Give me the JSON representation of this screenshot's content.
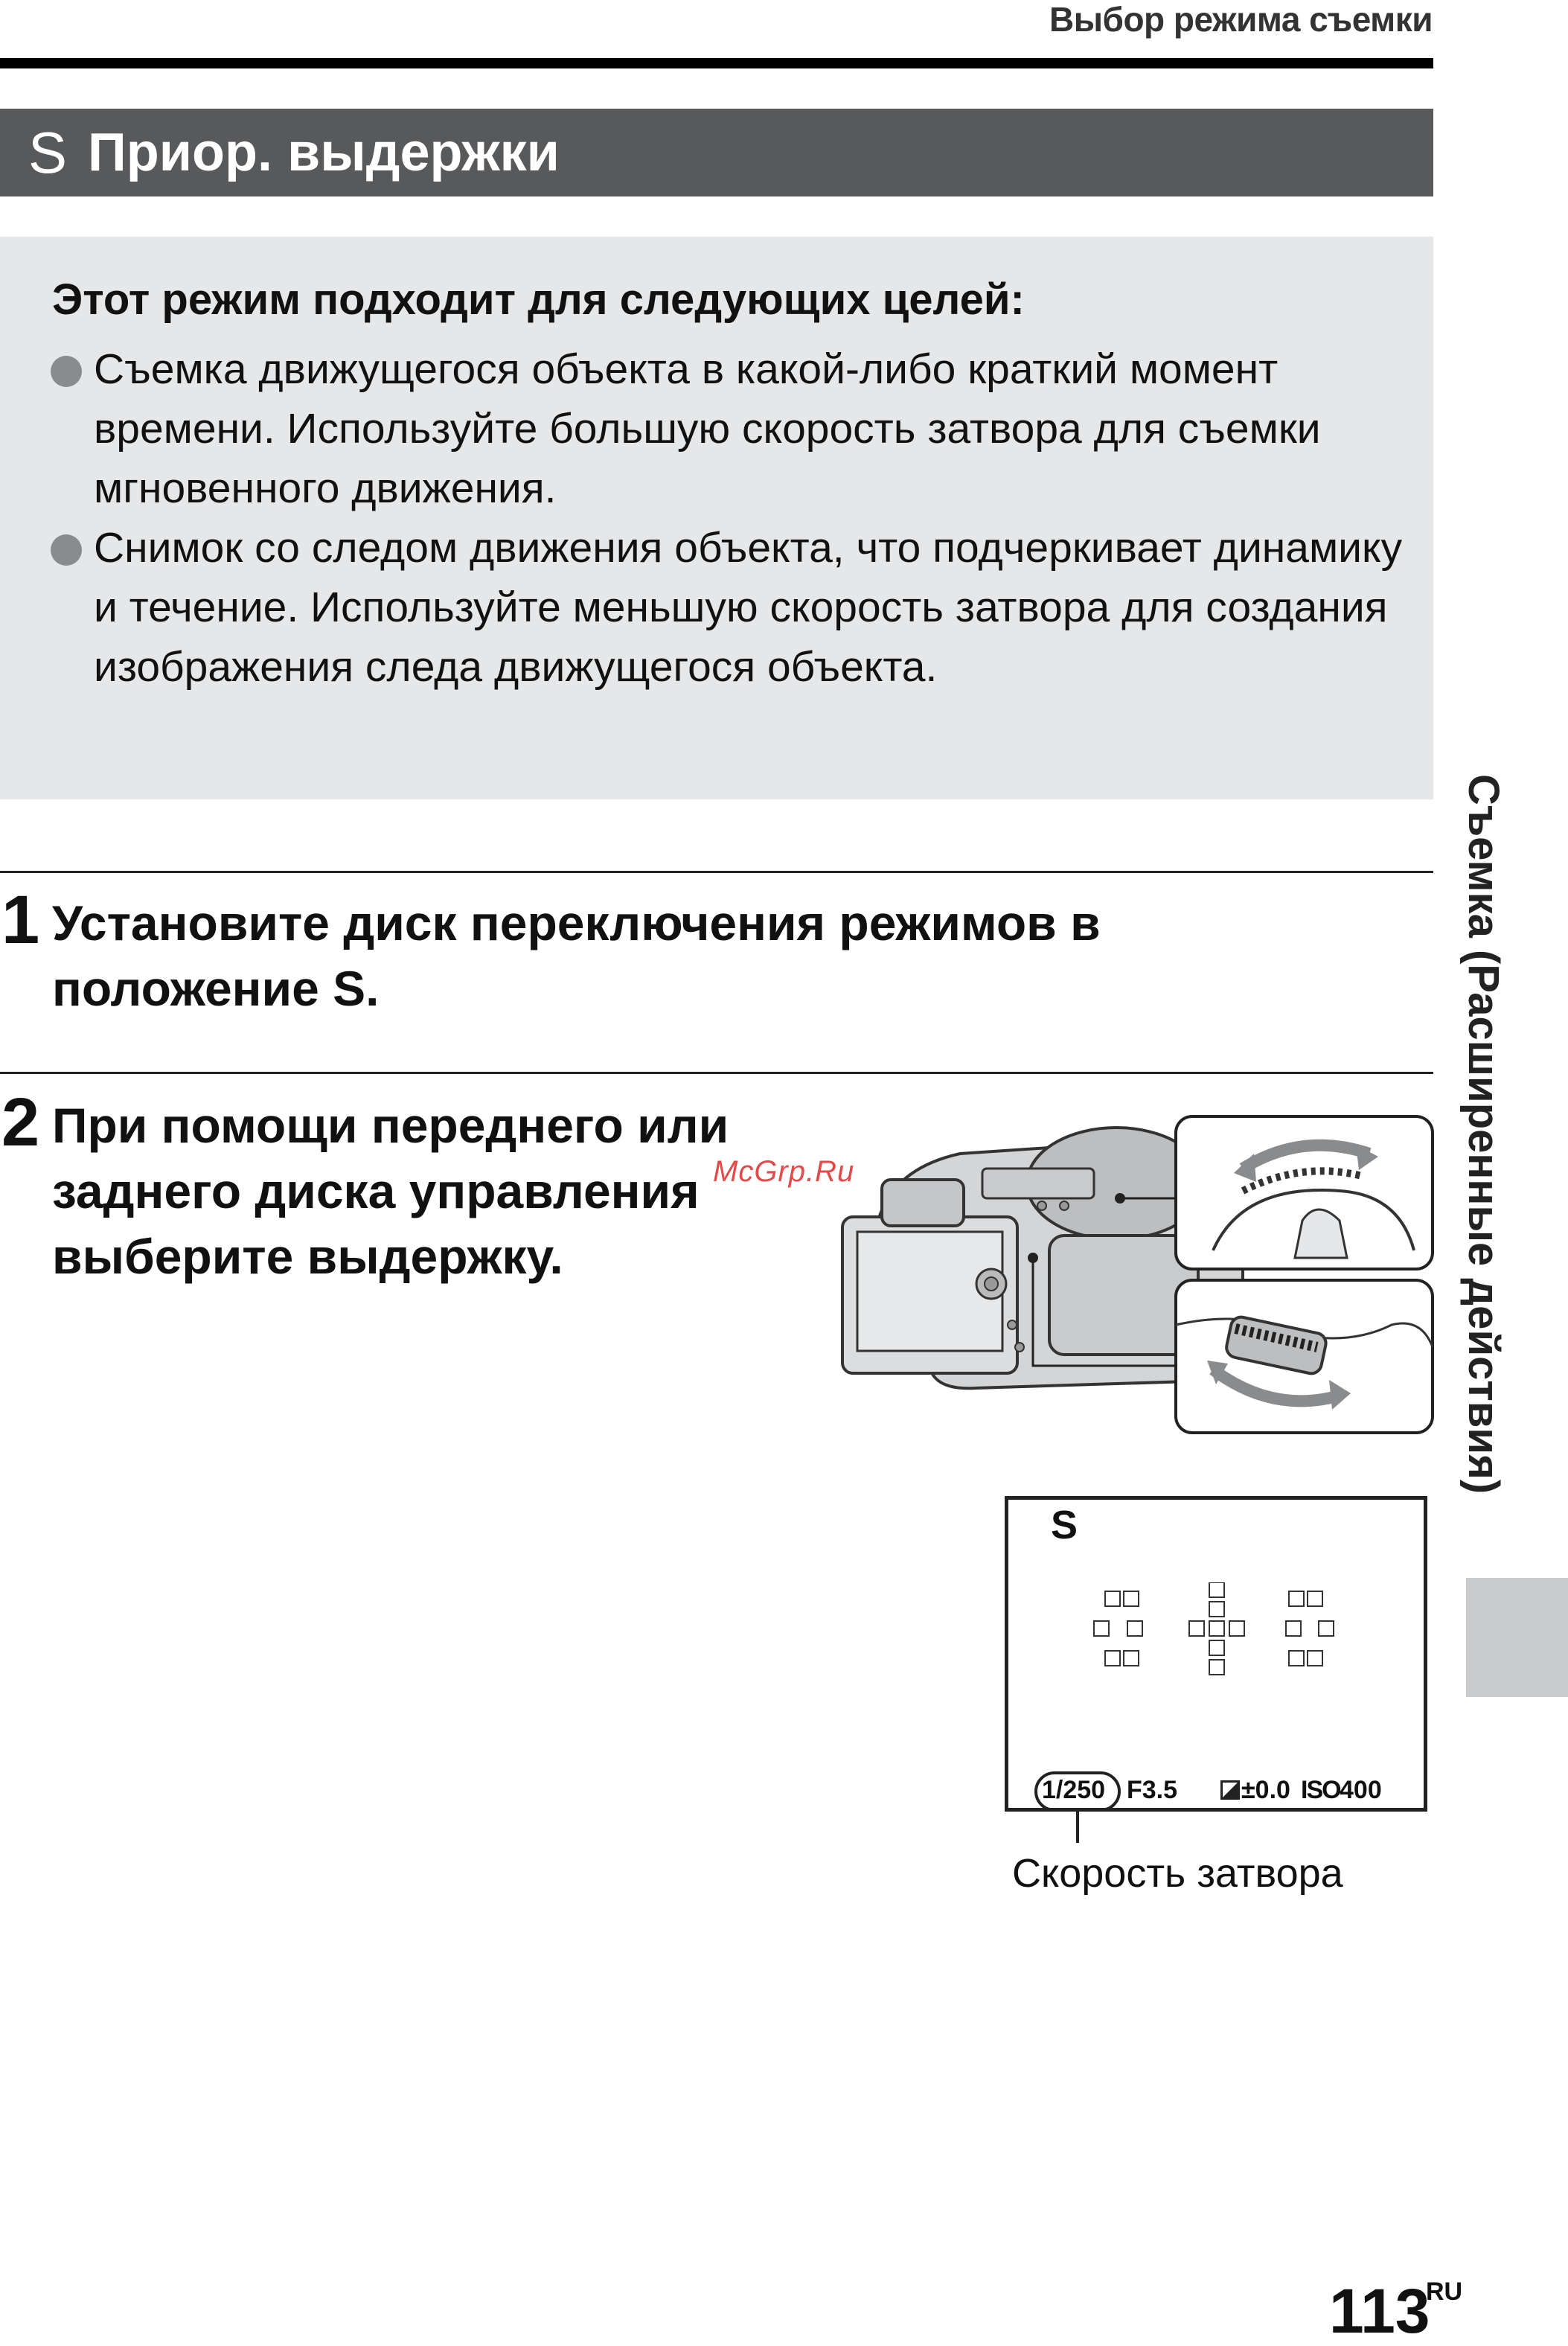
{
  "header": {
    "running_title": "Выбор режима съемки"
  },
  "section": {
    "mode_letter": "S",
    "title": "Приор. выдержки"
  },
  "purpose": {
    "heading": "Этот режим подходит для следующих целей:",
    "bullets": [
      "Съемка движущегося объекта в какой-либо краткий момент времени. Используйте большую скорость затвора для съемки мгновенного движения.",
      "Снимок со следом движения объекта, что подчеркивает динамику и течение. Используйте меньшую скорость затвора для создания изображения следа движущегося объекта."
    ]
  },
  "steps": [
    {
      "number": "1",
      "text": "Установите диск переключения режимов в положение S."
    },
    {
      "number": "2",
      "text": "При помощи переднего или заднего диска управления выберите выдержку."
    }
  ],
  "watermark": "McGrp.Ru",
  "viewfinder": {
    "mode": "S",
    "shutter_speed": "1/250",
    "aperture": "F3.5",
    "exposure_comp": "±0.0",
    "iso_label": "ISO",
    "iso_value": "400",
    "caption": "Скорость затвора"
  },
  "side_tab": "Съемка (Расширенные действия)",
  "footer": {
    "page_number": "113",
    "language": "RU"
  }
}
